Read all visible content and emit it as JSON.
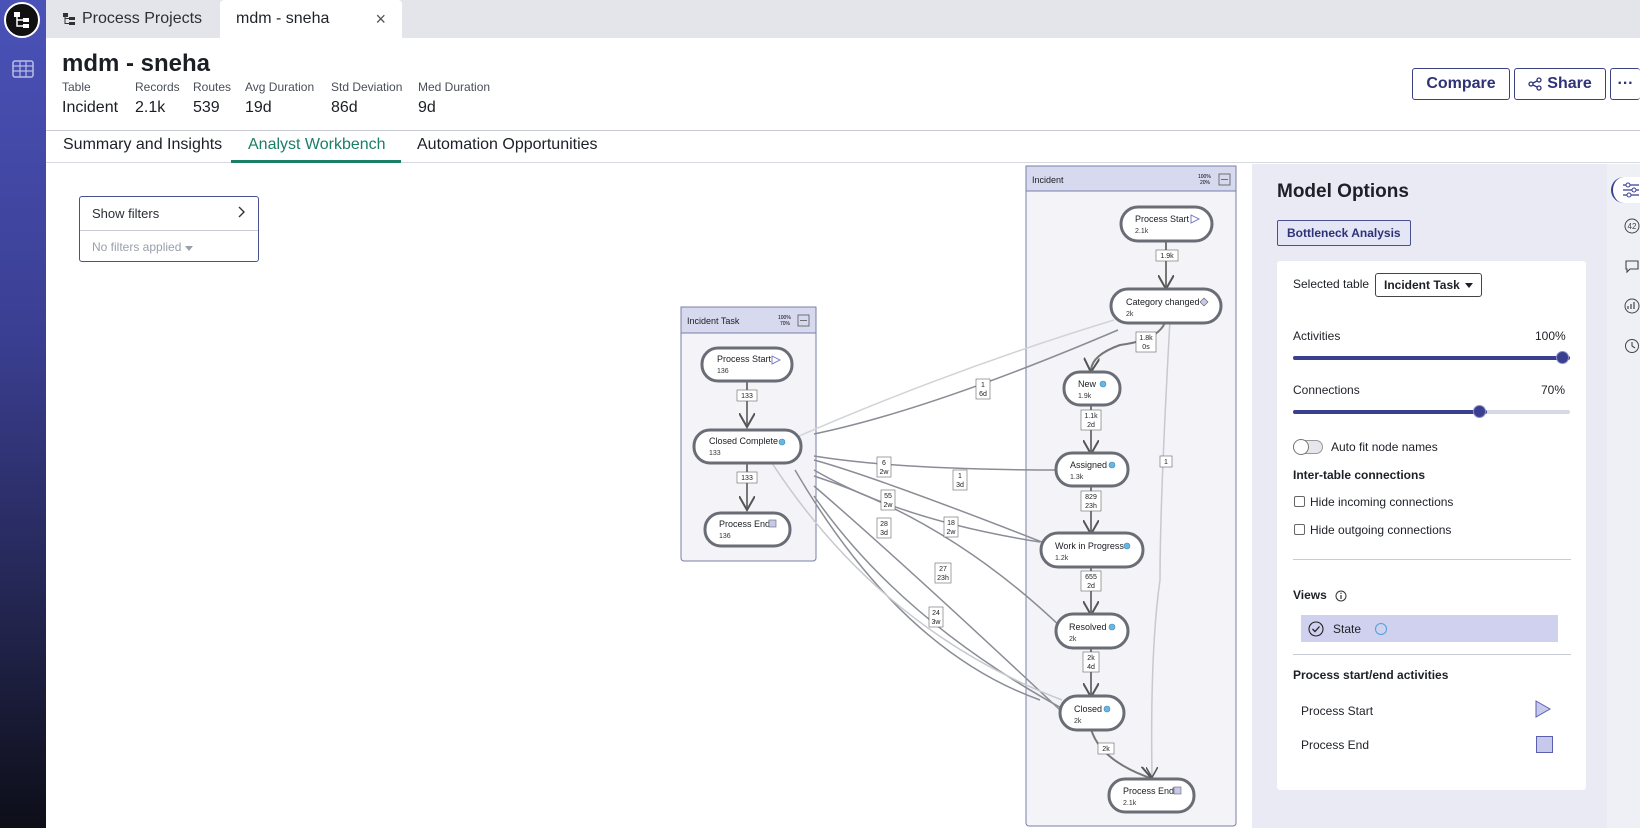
{
  "tabs": [
    {
      "label": "Process Projects"
    },
    {
      "label": "mdm - sneha",
      "close": "×"
    }
  ],
  "header": {
    "title": "mdm - sneha",
    "stats": [
      {
        "label": "Table",
        "value": "Incident"
      },
      {
        "label": "Records",
        "value": "2.1k"
      },
      {
        "label": "Routes",
        "value": "539"
      },
      {
        "label": "Avg Duration",
        "value": "19d"
      },
      {
        "label": "Std Deviation",
        "value": "86d"
      },
      {
        "label": "Med Duration",
        "value": "9d"
      }
    ],
    "compare": "Compare",
    "share": "Share",
    "more": "···"
  },
  "nav": [
    "Summary and Insights",
    "Analyst Workbench",
    "Automation Opportunities"
  ],
  "filters": {
    "show": "Show filters",
    "none": "No filters applied"
  },
  "map": {
    "incident_task": {
      "title": "Incident Task",
      "pct_top": "100%",
      "pct_bottom": "70%",
      "nodes": [
        {
          "label": "Process Start",
          "count": "136"
        },
        {
          "label": "Closed Complete",
          "count": "133"
        },
        {
          "label": "Process End",
          "count": "136"
        }
      ],
      "edges": [
        "133",
        "133"
      ]
    },
    "incident": {
      "title": "Incident",
      "pct_top": "100%",
      "pct_bottom": "20%",
      "nodes": [
        {
          "label": "Process Start",
          "count": "2.1k"
        },
        {
          "label": "Category changed",
          "count": "2k"
        },
        {
          "label": "New",
          "count": "1.9k"
        },
        {
          "label": "Assigned",
          "count": "1.3k"
        },
        {
          "label": "Work in Progress",
          "count": "1.2k"
        },
        {
          "label": "Resolved",
          "count": "2k"
        },
        {
          "label": "Closed",
          "count": "2k"
        },
        {
          "label": "Process End",
          "count": "2.1k"
        }
      ],
      "edges": [
        {
          "a": "1.9k"
        },
        {
          "a": "1.8k",
          "b": "0s"
        },
        {
          "a": "1.1k",
          "b": "2d"
        },
        {
          "a": "829",
          "b": "23h"
        },
        {
          "a": "655",
          "b": "2d"
        },
        {
          "a": "2k",
          "b": "4d"
        },
        {
          "a": "2k"
        },
        {
          "a": "1"
        }
      ]
    },
    "cross_edges": [
      {
        "a": "1",
        "b": "6d"
      },
      {
        "a": "6",
        "b": "2w"
      },
      {
        "a": "1",
        "b": "3d"
      },
      {
        "a": "55",
        "b": "2w"
      },
      {
        "a": "18",
        "b": "2w"
      },
      {
        "a": "28",
        "b": "3d"
      },
      {
        "a": "27",
        "b": "23h"
      },
      {
        "a": "24",
        "b": "3w"
      }
    ]
  },
  "panel": {
    "title": "Model Options",
    "bottleneck": "Bottleneck Analysis",
    "selected_table_label": "Selected table",
    "selected_table_value": "Incident Task",
    "activities_label": "Activities",
    "activities_value": "100%",
    "activities_level": 1.0,
    "connections_label": "Connections",
    "connections_value": "70%",
    "connections_level": 0.7,
    "auto_fit": "Auto fit node names",
    "inter_table": "Inter-table connections",
    "hide_incoming": "Hide incoming connections",
    "hide_outgoing": "Hide outgoing connections",
    "views": "Views",
    "state": "State",
    "start_end_title": "Process start/end activities",
    "process_start": "Process Start",
    "process_end": "Process End"
  },
  "colors": {
    "accent": "#3a3f8f",
    "nav_active": "#1a7f65",
    "state_marker": "#6bb6e0",
    "end_marker": "#c6c9ec"
  },
  "icons": [
    "tree-logo-icon",
    "table-grid-icon",
    "tab-tree-icon",
    "close-icon",
    "share-icon",
    "chevron-right-icon",
    "caret-down-icon",
    "info-icon",
    "check-circle-icon",
    "play-triangle-icon",
    "end-square-icon",
    "sliders-icon",
    "number-icon",
    "comment-icon",
    "chart-icon",
    "history-icon"
  ]
}
